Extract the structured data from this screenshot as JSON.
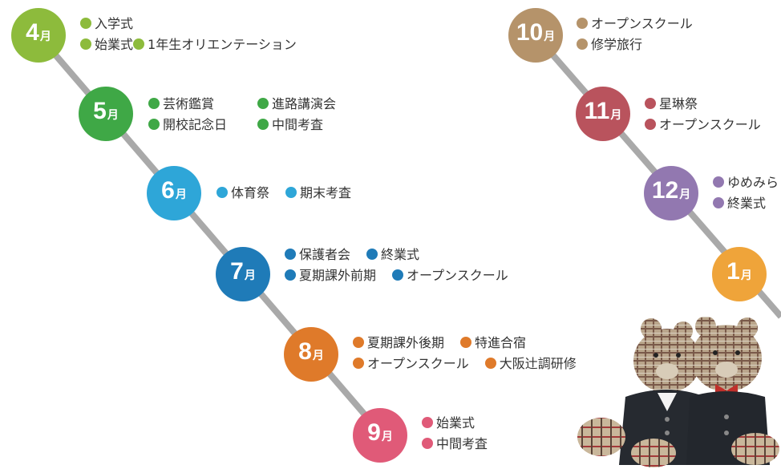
{
  "month_unit": "月",
  "months": [
    {
      "id": "apr",
      "num": "4",
      "color": "#8dbb3c",
      "rows": [
        [
          "入学式"
        ],
        [
          "始業式",
          "1年生オリエンテーション"
        ]
      ]
    },
    {
      "id": "may",
      "num": "5",
      "color": "#3fa846",
      "rows": [
        [
          "芸術鑑賞",
          "進路講演会"
        ],
        [
          "開校記念日",
          "中間考査"
        ]
      ]
    },
    {
      "id": "jun",
      "num": "6",
      "color": "#2ea6d8",
      "rows": [
        [
          "体育祭",
          "期末考査"
        ]
      ]
    },
    {
      "id": "jul",
      "num": "7",
      "color": "#1f7bb8",
      "rows": [
        [
          "保護者会",
          "終業式"
        ],
        [
          "夏期課外前期",
          "オープンスクール"
        ]
      ]
    },
    {
      "id": "aug",
      "num": "8",
      "color": "#df7a2a",
      "rows": [
        [
          "夏期課外後期",
          "特進合宿"
        ],
        [
          "オープンスクール",
          "大阪辻調研修"
        ]
      ]
    },
    {
      "id": "sep",
      "num": "9",
      "color": "#e05a78",
      "rows": [
        [
          "始業式"
        ],
        [
          "中間考査"
        ]
      ]
    },
    {
      "id": "oct",
      "num": "10",
      "color": "#b5936a",
      "rows": [
        [
          "オープンスクール"
        ],
        [
          "修学旅行"
        ]
      ]
    },
    {
      "id": "nov",
      "num": "11",
      "color": "#b9535d",
      "rows": [
        [
          "星琳祭"
        ],
        [
          "オープンスクール"
        ]
      ]
    },
    {
      "id": "dec",
      "num": "12",
      "color": "#9278b0",
      "rows": [
        [
          "ゆめみら"
        ],
        [
          "終業式"
        ]
      ]
    },
    {
      "id": "jan",
      "num": "1",
      "color": "#efa43a",
      "rows": []
    }
  ]
}
